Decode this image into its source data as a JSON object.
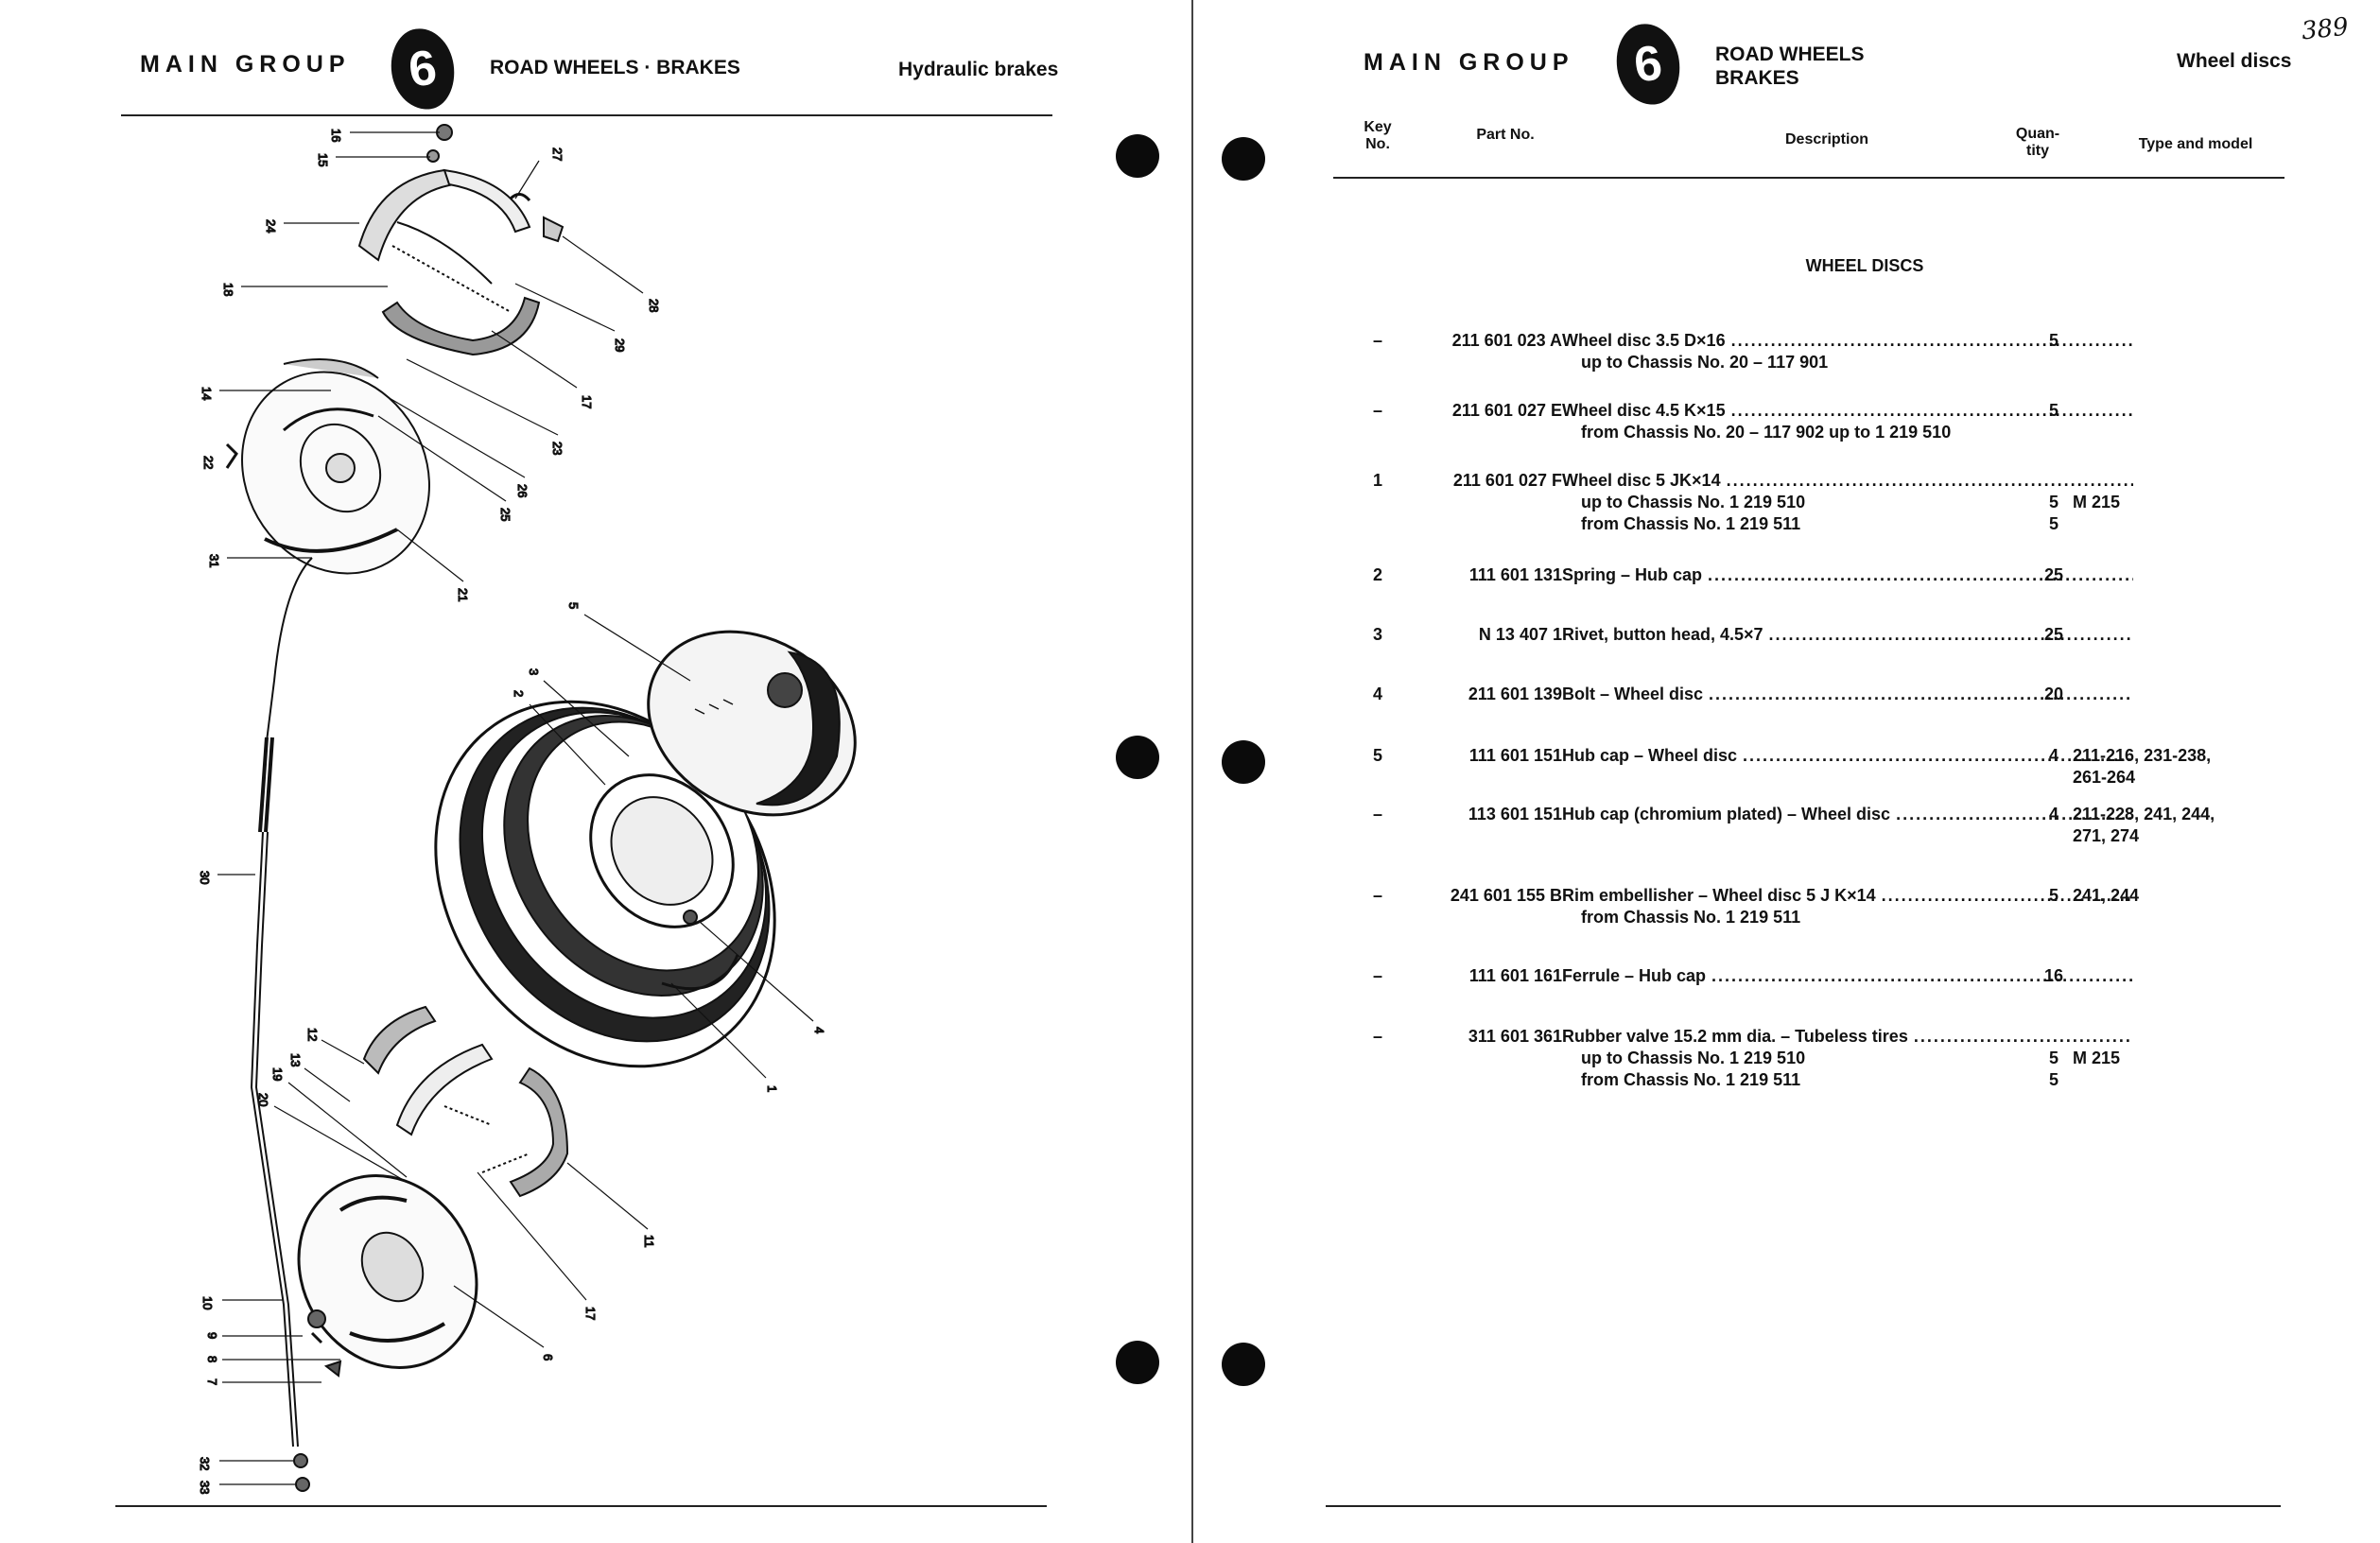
{
  "left_page": {
    "main_group": "MAIN GROUP",
    "group_number": "6",
    "section": "ROAD WHEELS · BRAKES",
    "subsection": "Hydraulic brakes",
    "callouts": [
      "16",
      "15",
      "27",
      "24",
      "28",
      "18",
      "29",
      "14",
      "17",
      "22",
      "23",
      "26",
      "25",
      "31",
      "21",
      "5",
      "3",
      "2",
      "30",
      "12",
      "13",
      "19",
      "20",
      "4",
      "1",
      "11",
      "10",
      "9",
      "8",
      "7",
      "17",
      "6",
      "32",
      "33"
    ]
  },
  "right_page": {
    "main_group": "MAIN GROUP",
    "group_number": "6",
    "section_line1": "ROAD WHEELS",
    "section_line2": "BRAKES",
    "subsection": "Wheel discs",
    "page_note": "389",
    "columns": {
      "key_no_1": "Key",
      "key_no_2": "No.",
      "part_no": "Part No.",
      "description": "Description",
      "quantity_1": "Quan-",
      "quantity_2": "tity",
      "type_model": "Type and model"
    },
    "table_title": "WHEEL DISCS",
    "rows": [
      {
        "key": "–",
        "part": "211 601 023 A",
        "desc": "Wheel disc 3.5 D×16",
        "sub": [
          "up to Chassis No. 20 – 117 901"
        ],
        "qty": [
          "5"
        ],
        "model": []
      },
      {
        "key": "–",
        "part": "211 601 027 E",
        "desc": "Wheel disc 4.5 K×15",
        "sub": [
          "from Chassis No. 20 – 117 902 up to 1 219 510"
        ],
        "qty": [
          "5"
        ],
        "model": []
      },
      {
        "key": "1",
        "part": "211 601 027 F",
        "desc": "Wheel disc 5 JK×14",
        "sub": [
          "up to Chassis No. 1 219 510",
          "from Chassis No. 1 219 511"
        ],
        "qty": [
          "",
          "5",
          "5"
        ],
        "model": [
          "",
          "M 215"
        ]
      },
      {
        "key": "2",
        "part": "111 601 131",
        "desc": "Spring – Hub cap",
        "sub": [],
        "qty": [
          "25"
        ],
        "model": []
      },
      {
        "key": "3",
        "part": "N 13 407 1",
        "desc": "Rivet, button head, 4.5×7",
        "sub": [],
        "qty": [
          "25"
        ],
        "model": []
      },
      {
        "key": "4",
        "part": "211 601 139",
        "desc": "Bolt – Wheel disc",
        "sub": [],
        "qty": [
          "20"
        ],
        "model": []
      },
      {
        "key": "5",
        "part": "111 601 151",
        "desc": "Hub cap – Wheel disc",
        "sub": [],
        "qty": [
          "4"
        ],
        "model": [
          "211-216, 231-238,",
          "261-264"
        ]
      },
      {
        "key": "–",
        "part": "113 601 151",
        "desc": "Hub cap (chromium plated) – Wheel disc",
        "sub": [],
        "qty": [
          "4"
        ],
        "model": [
          "211-228, 241, 244,",
          "271, 274"
        ]
      },
      {
        "key": "–",
        "part": "241 601 155 B",
        "desc": "Rim embellisher – Wheel disc 5 J K×14",
        "sub": [
          "from Chassis No. 1 219 511"
        ],
        "qty": [
          "5"
        ],
        "model": [
          "241, 244"
        ]
      },
      {
        "key": "–",
        "part": "111 601 161",
        "desc": "Ferrule – Hub cap",
        "sub": [],
        "qty": [
          "16"
        ],
        "model": []
      },
      {
        "key": "–",
        "part": "311 601 361",
        "desc": "Rubber valve 15.2 mm dia. – Tubeless tires",
        "sub": [
          "up to Chassis No. 1 219 510",
          "from Chassis No. 1 219 511"
        ],
        "qty": [
          "",
          "5",
          "5"
        ],
        "model": [
          "",
          "M 215"
        ]
      }
    ]
  }
}
